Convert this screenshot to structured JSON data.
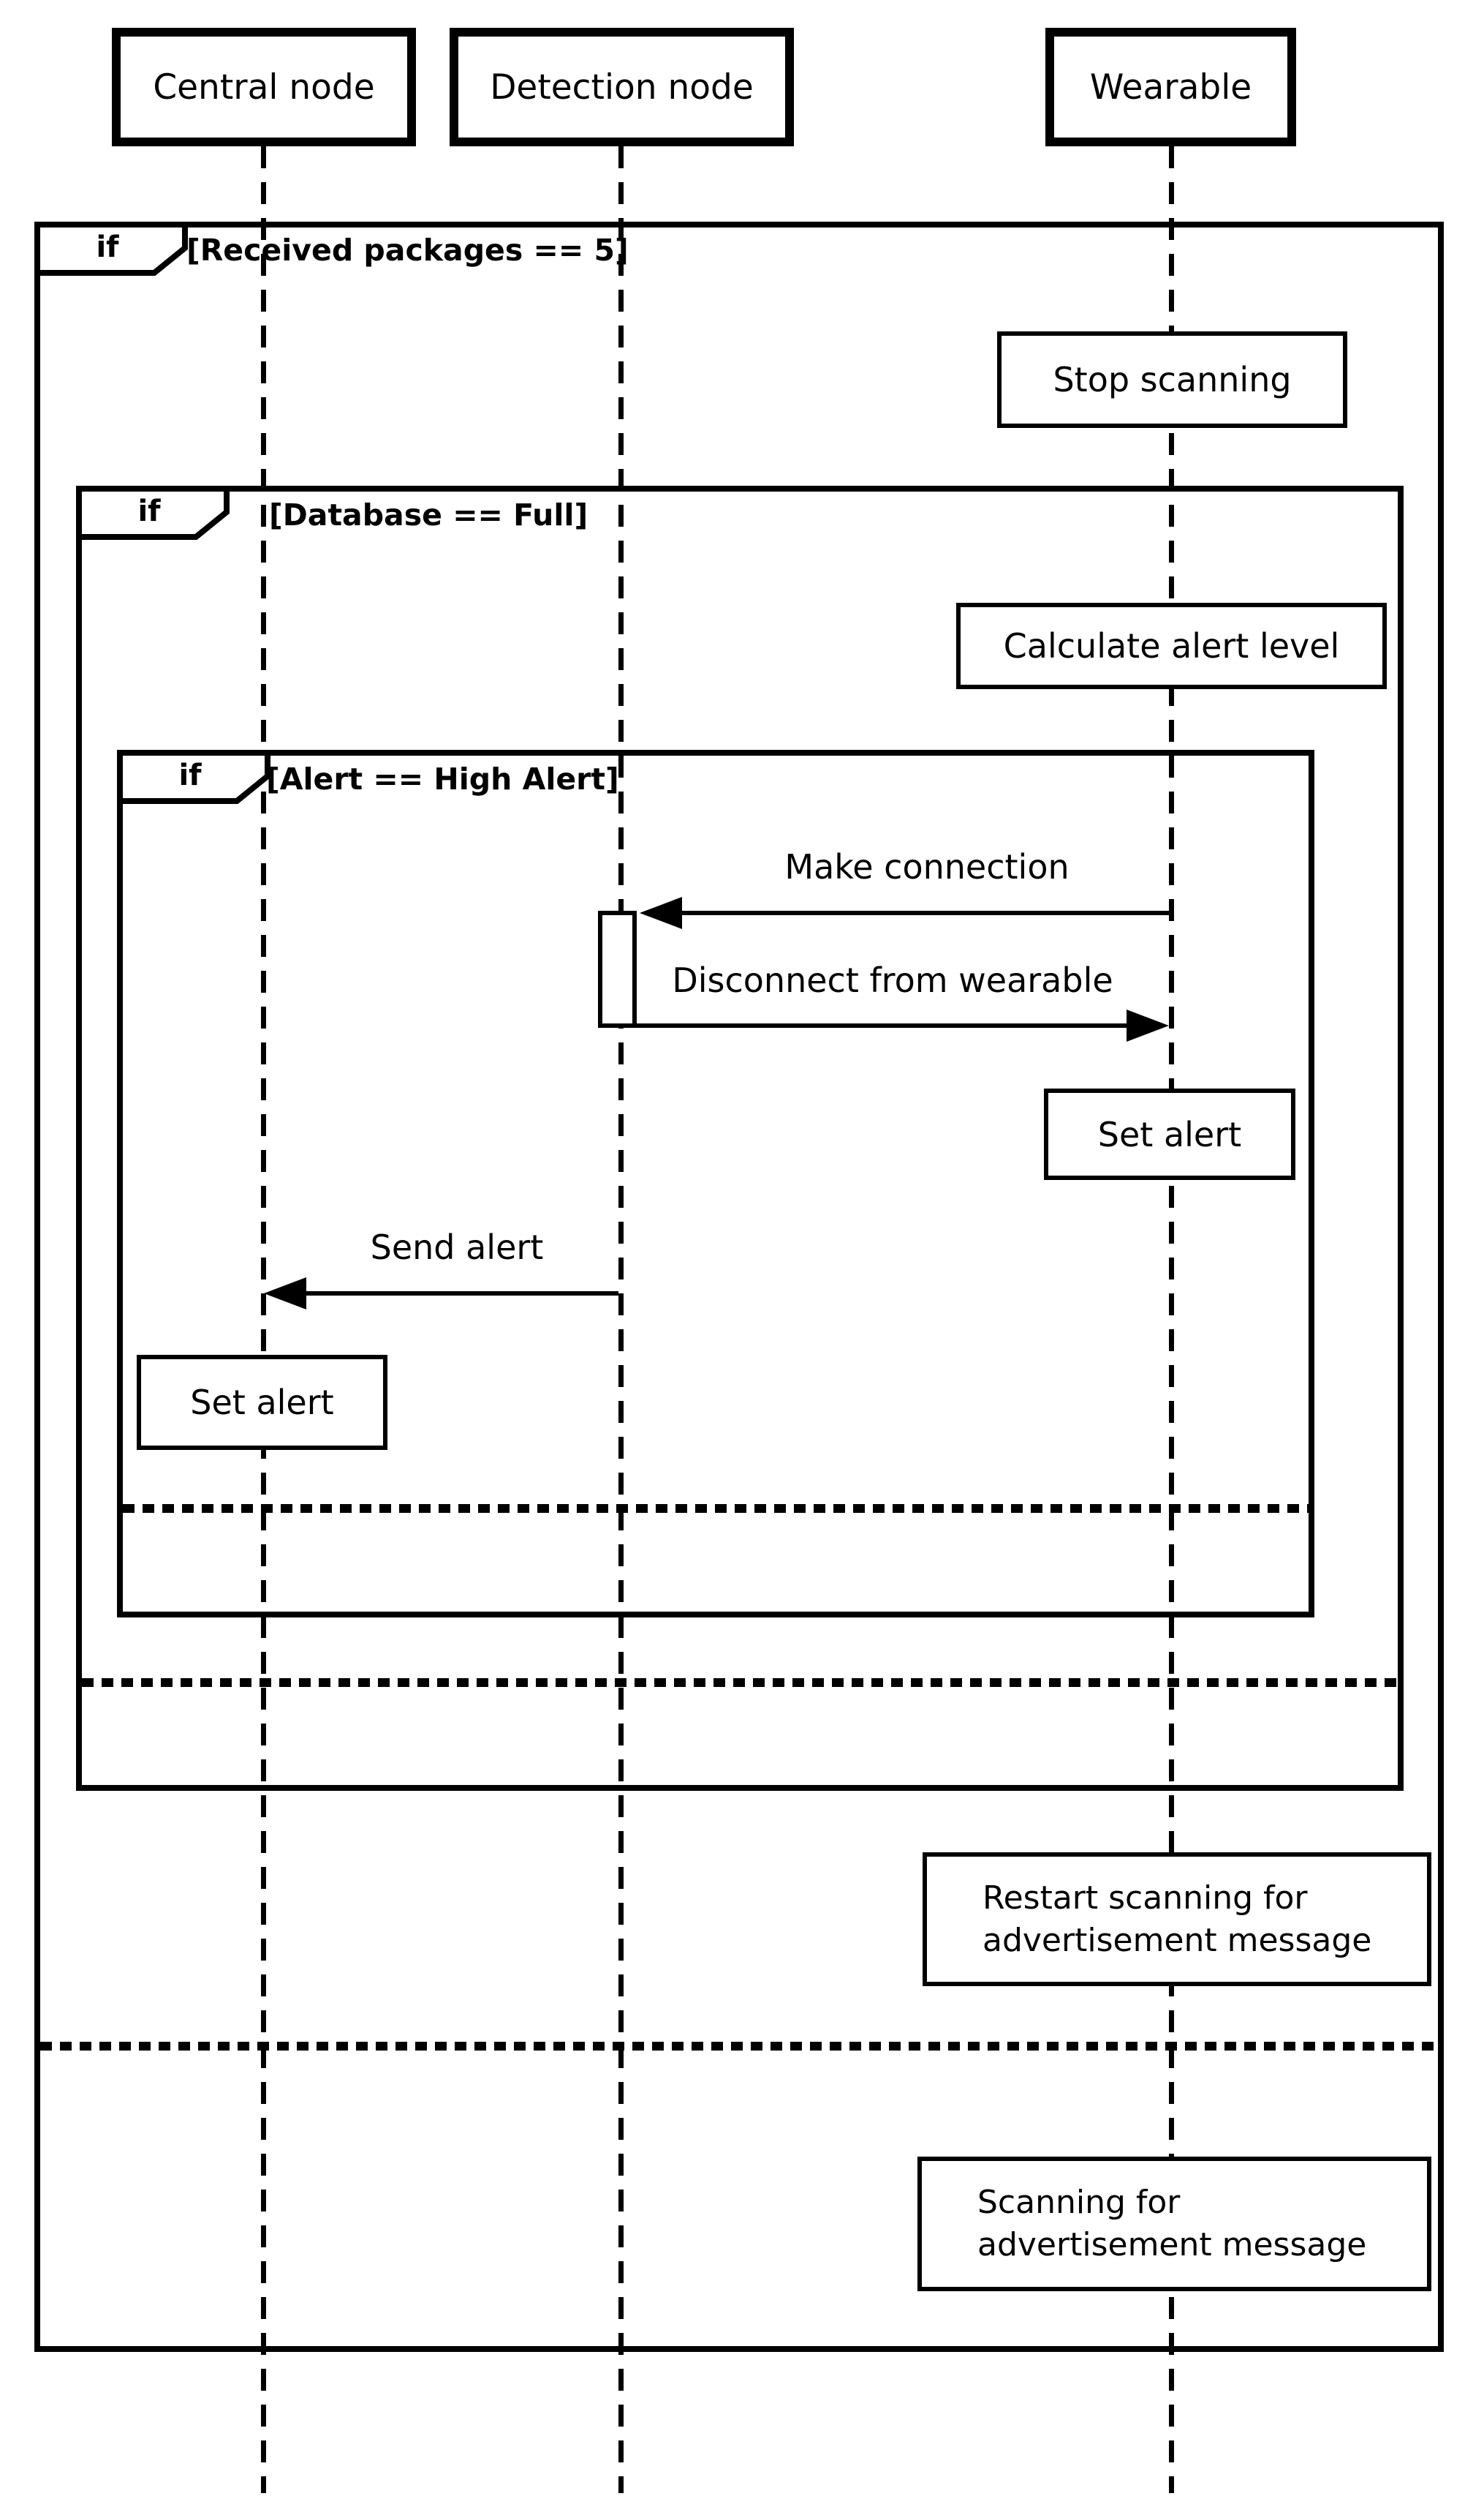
{
  "diagram_type": "uml-sequence-diagram",
  "colors": {
    "stroke": "#000000",
    "background": "#ffffff"
  },
  "participants": [
    {
      "id": "central",
      "label": "Central node"
    },
    {
      "id": "detection",
      "label": "Detection node"
    },
    {
      "id": "wearable",
      "label": "Wearable"
    }
  ],
  "fragments": {
    "outer": {
      "operator": "if",
      "guard": "[Received packages == 5]"
    },
    "middle": {
      "operator": "if",
      "guard": "[Database == Full]"
    },
    "inner": {
      "operator": "if",
      "guard": "[Alert == High Alert]"
    }
  },
  "actions": {
    "stop_scanning": {
      "on": "Wearable",
      "label": "Stop scanning"
    },
    "calculate_alert": {
      "on": "Wearable",
      "label": "Calculate alert level"
    },
    "set_alert_wearable": {
      "on": "Wearable",
      "label": "Set alert"
    },
    "set_alert_central": {
      "on": "Central node",
      "label": "Set alert"
    },
    "restart_scanning": {
      "on": "Wearable",
      "line1": "Restart scanning for",
      "line2": "advertisement message"
    },
    "scanning": {
      "on": "Wearable",
      "line1": "Scanning for",
      "line2": "advertisement message"
    }
  },
  "messages": {
    "make_connection": {
      "label": "Make connection",
      "from": "Wearable",
      "to": "Detection node"
    },
    "disconnect": {
      "label": "Disconnect from wearable",
      "from": "Detection node",
      "to": "Wearable"
    },
    "send_alert": {
      "label": "Send alert",
      "from": "Detection node",
      "to": "Central node"
    }
  }
}
